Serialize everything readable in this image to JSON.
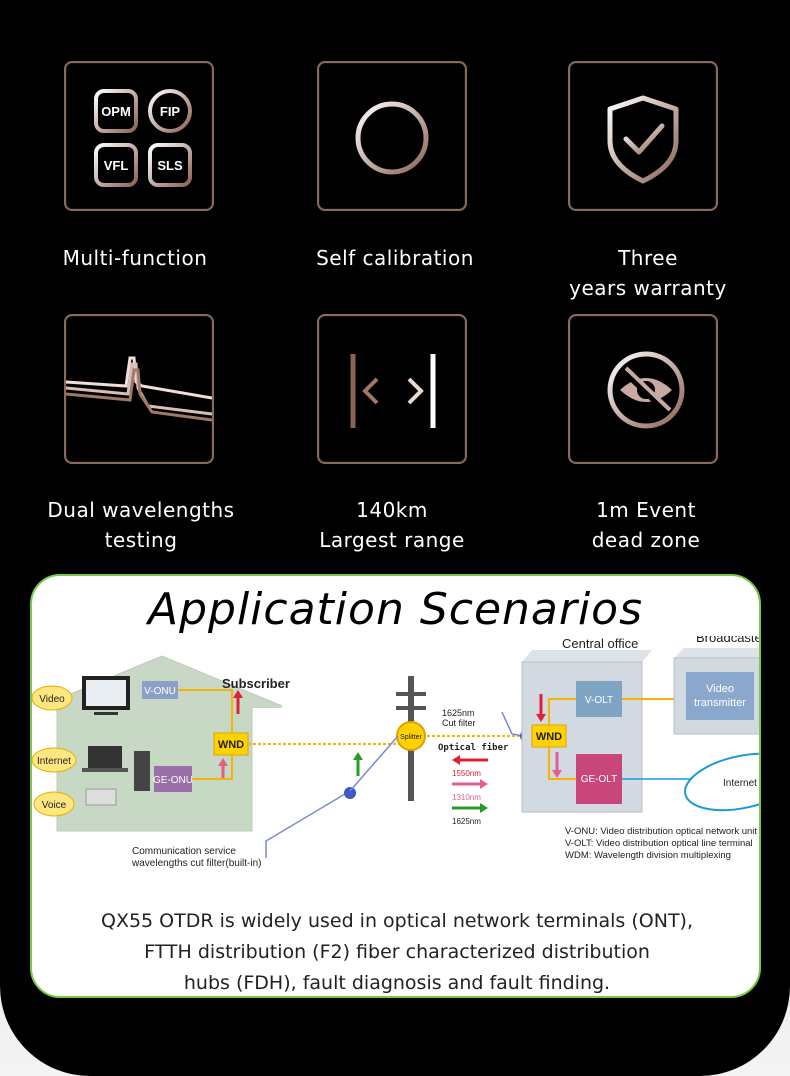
{
  "features": [
    {
      "name": "multi-function",
      "lines": [
        "Multi-function"
      ],
      "icon": "function-badges-icon",
      "badges": [
        "OPM",
        "FIP",
        "VFL",
        "SLS"
      ]
    },
    {
      "name": "self-calibration",
      "lines": [
        "Self calibration"
      ],
      "icon": "crosshair-icon"
    },
    {
      "name": "warranty",
      "lines": [
        "Three",
        "years warranty"
      ],
      "icon": "shield-check-icon"
    },
    {
      "name": "dual-wavelengths",
      "lines": [
        "Dual wavelengths",
        "testing"
      ],
      "icon": "trace-waveform-icon"
    },
    {
      "name": "range",
      "lines": [
        "140km",
        "Largest range"
      ],
      "icon": "range-arrow-icon"
    },
    {
      "name": "dead-zone",
      "lines": [
        "1m Event",
        "dead zone"
      ],
      "icon": "eye-off-icon"
    }
  ],
  "application": {
    "title": "Application Scenarios",
    "description_lines": [
      "QX55 OTDR is widely used in optical network terminals (ONT),",
      "FTTH distribution (F2) fiber characterized distribution",
      "hubs (FDH), fault diagnosis and fault finding."
    ],
    "diagram": {
      "subscriber": "Subscriber",
      "central_office": "Central office",
      "broadcaster": "Broadcaster",
      "video": "Video",
      "internet": "Internet",
      "voice": "Voice",
      "v_onu": "V-ONU",
      "ge_onu": "GE-ONU",
      "wnd": "WND",
      "splitter": "Splitter",
      "cut_filter_1": "1625nm",
      "cut_filter_2": "Cut filter",
      "optical_fiber": "Optical fiber",
      "wl_1550": "1550nm",
      "wl_1310": "1310nm",
      "wl_1625": "1625nm",
      "v_olt": "V-OLT",
      "ge_olt": "GE-OLT",
      "video_tx_1": "Video",
      "video_tx_2": "transmitter",
      "internet_cloud": "Internet",
      "comm_1": "Communication service",
      "comm_2": "wavelengths cut filter(built-in)",
      "legend_1": "V-ONU: Video distribution optical network unit",
      "legend_2": "V-OLT: Video distribution optical line terminal",
      "legend_3": "WDM: Wavelength division multiplexing"
    }
  },
  "colors": {
    "tile_border": "#8a6a5e",
    "accent_green": "#7ac943",
    "fiber": "#f5b400",
    "wnd": "#ffd200"
  }
}
